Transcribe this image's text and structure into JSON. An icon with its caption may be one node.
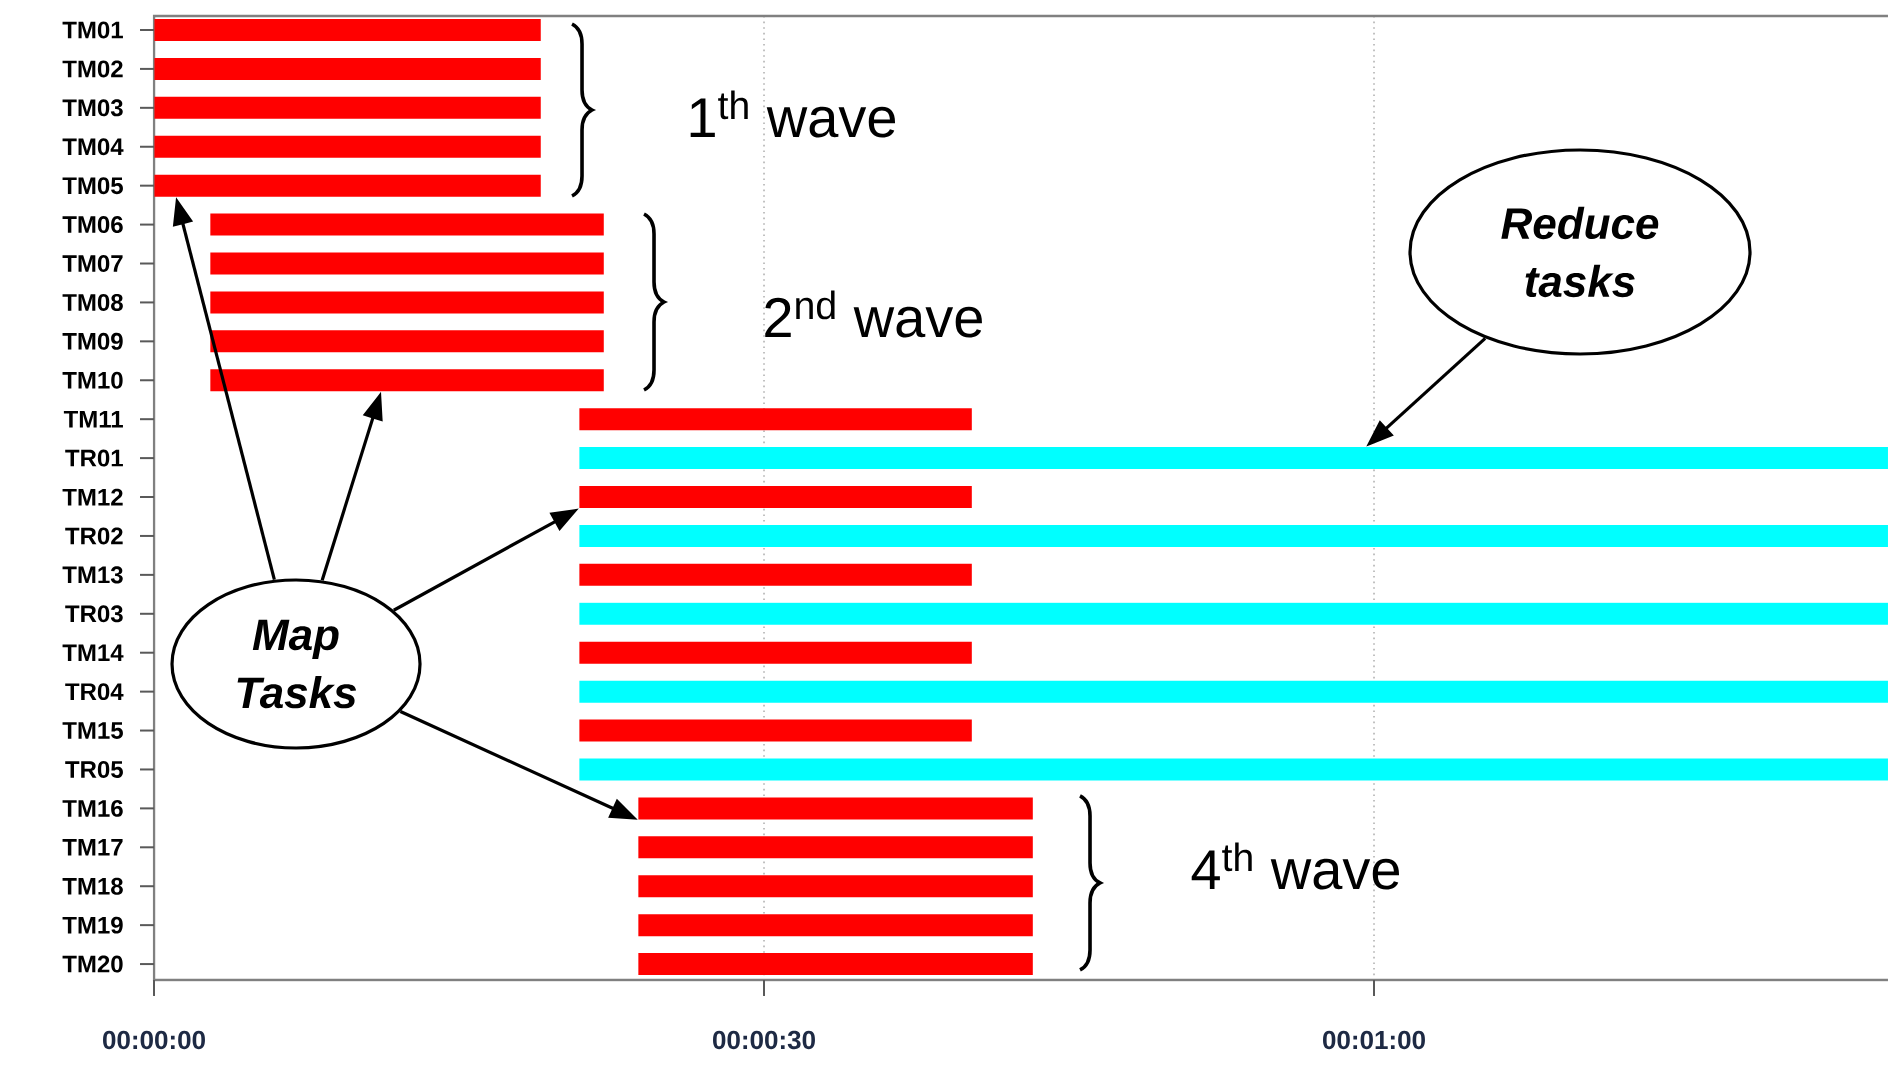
{
  "diagram": {
    "nodes": [
      {
        "text": [],
        "shape": "bar"
      },
      {
        "text": [],
        "shape": "bar"
      },
      {
        "text": [],
        "shape": "bar"
      },
      {
        "text": [],
        "shape": "bar"
      },
      {
        "text": [],
        "shape": "bar"
      },
      {
        "text": [],
        "shape": "bar"
      },
      {
        "text": [],
        "shape": "bar"
      },
      {
        "text": [],
        "shape": "bar"
      },
      {
        "text": [],
        "shape": "bar"
      },
      {
        "text": [],
        "shape": "bar"
      },
      {
        "text": [],
        "shape": "bar"
      },
      {
        "text": [],
        "shape": "bar"
      },
      {
        "text": [],
        "shape": "bar"
      },
      {
        "text": [],
        "shape": "bar"
      },
      {
        "text": [],
        "shape": "bar"
      },
      {
        "text": [],
        "shape": "bar"
      },
      {
        "text": [],
        "shape": "bar"
      },
      {
        "text": [],
        "shape": "bar"
      },
      {
        "text": [],
        "shape": "bar"
      },
      {
        "text": [],
        "shape": "bar"
      },
      {
        "text": [],
        "shape": "bar"
      },
      {
        "text": [],
        "shape": "bar"
      },
      {
        "text": [],
        "shape": "bar"
      },
      {
        "text": [],
        "shape": "bar"
      },
      {
        "text": [],
        "shape": "bar"
      },
      {
        "text": [
          "Reduce tasks"
        ]
      },
      {
        "text": [
          "Map Tasks"
        ]
      }
    ],
    "edges": [
      {
        "from": 26,
        "to": 4,
        "arrow": "to"
      },
      {
        "from": 26,
        "to": 9,
        "arrow": "to"
      },
      {
        "from": 26,
        "to": 12,
        "arrow": "to"
      },
      {
        "from": 26,
        "to": 20,
        "arrow": "to"
      },
      {
        "from": 25,
        "to": 11,
        "arrow": "to"
      }
    ],
    "labels": [
      "TM01",
      "TM02",
      "TM03",
      "TM04",
      "TM05",
      "TM06",
      "TM07",
      "TM08",
      "TM09",
      "TM10",
      "TM11",
      "TR01",
      "TM12",
      "TR02",
      "TM13",
      "TR03",
      "TM14",
      "TR04",
      "TM15",
      "TR05",
      "TM16",
      "TM17",
      "TM18",
      "TM19",
      "TM20",
      "1$^{th}$ wave",
      "2$^{nd}$ wave",
      "4$^{th}$ wave",
      "00:00:00",
      "00:00:30",
      "00:01:00"
    ]
  }
}
